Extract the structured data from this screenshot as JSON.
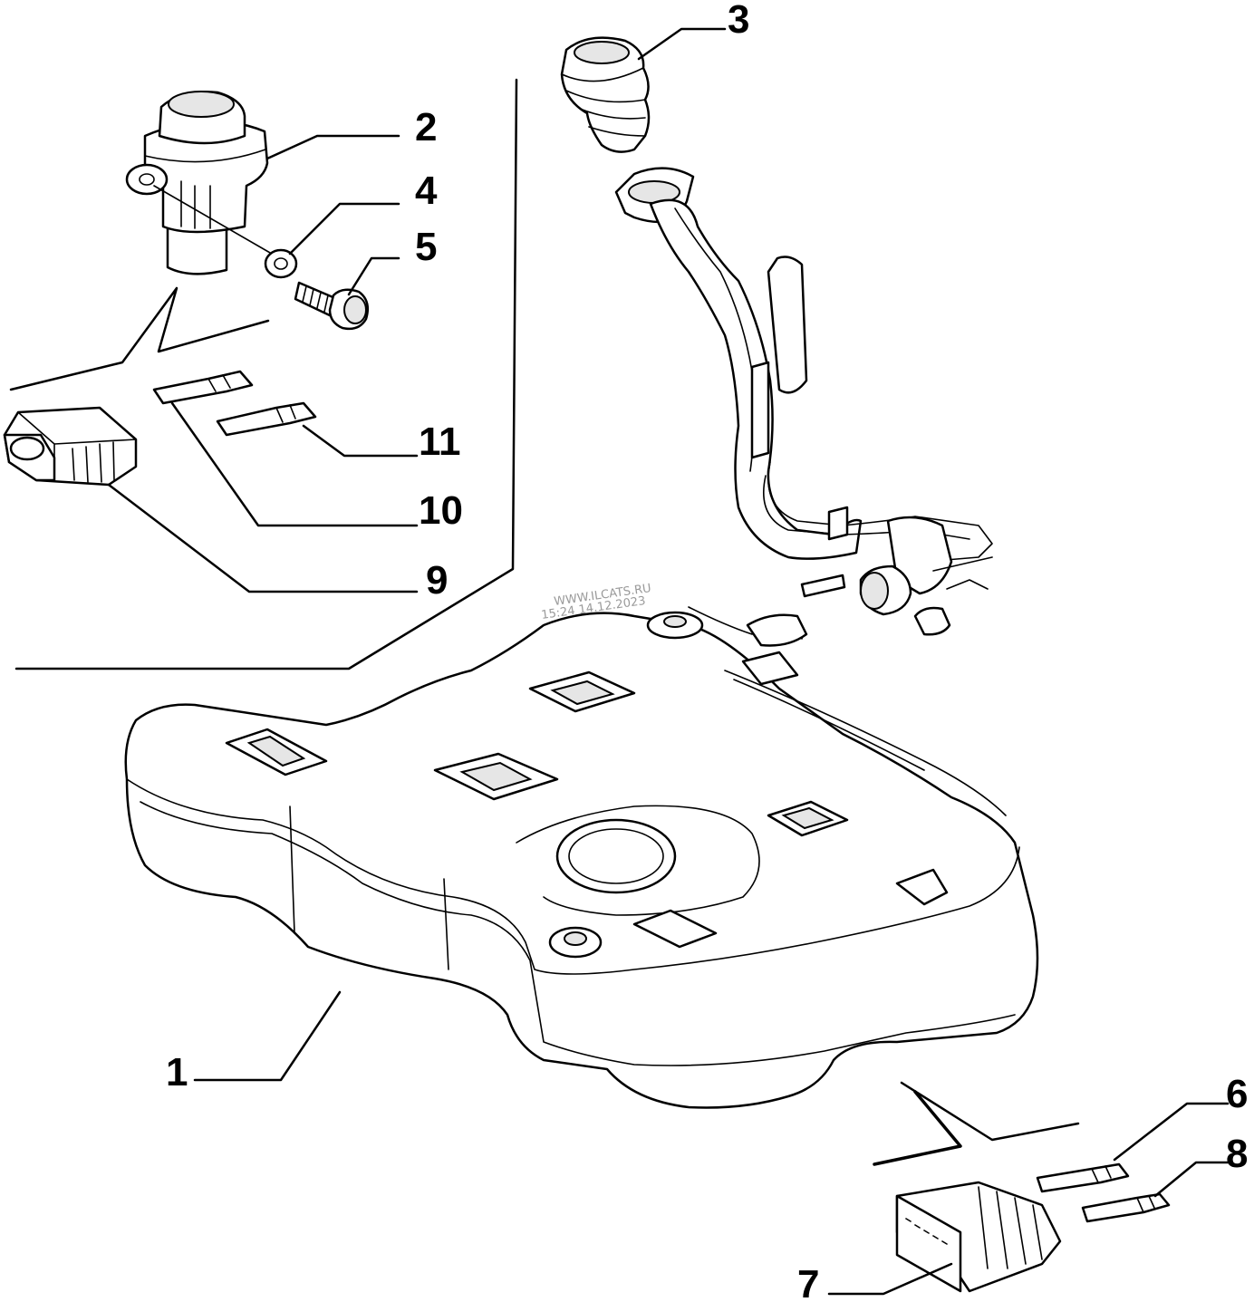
{
  "watermark": {
    "line1": "WWW.ILCATS.RU",
    "line2": "15:24 14.12.2023"
  },
  "callouts": [
    {
      "id": "1",
      "label": "1"
    },
    {
      "id": "2",
      "label": "2"
    },
    {
      "id": "3",
      "label": "3"
    },
    {
      "id": "4",
      "label": "4"
    },
    {
      "id": "5",
      "label": "5"
    },
    {
      "id": "6",
      "label": "6"
    },
    {
      "id": "7",
      "label": "7"
    },
    {
      "id": "8",
      "label": "8"
    },
    {
      "id": "9",
      "label": "9"
    },
    {
      "id": "10",
      "label": "10"
    },
    {
      "id": "11",
      "label": "11"
    }
  ]
}
